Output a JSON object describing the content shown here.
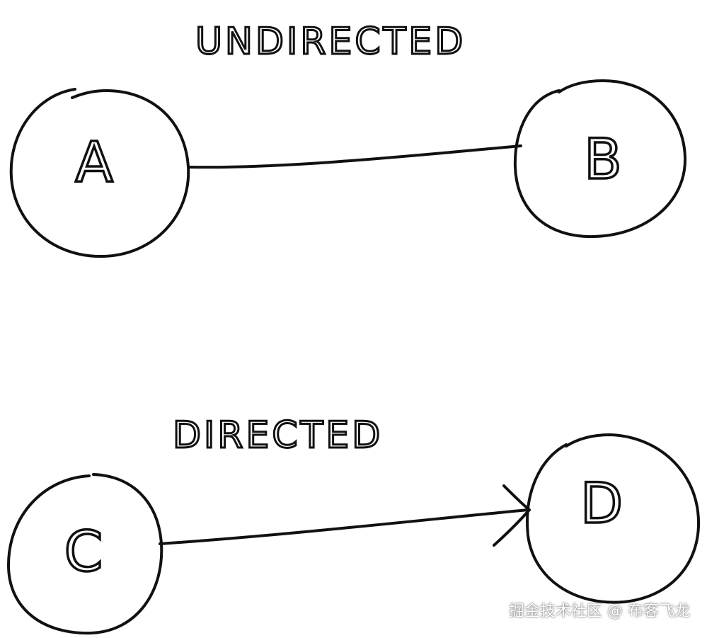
{
  "sections": [
    {
      "title": "UNDIRECTED",
      "nodes": [
        {
          "label": "A"
        },
        {
          "label": "B"
        }
      ],
      "edge": {
        "type": "undirected"
      }
    },
    {
      "title": "DIRECTED",
      "nodes": [
        {
          "label": "C"
        },
        {
          "label": "D"
        }
      ],
      "edge": {
        "type": "directed"
      }
    }
  ],
  "watermark": "掘金技术社区 @ 布客飞龙",
  "colors": {
    "ink": "#111111",
    "background": "#ffffff"
  }
}
